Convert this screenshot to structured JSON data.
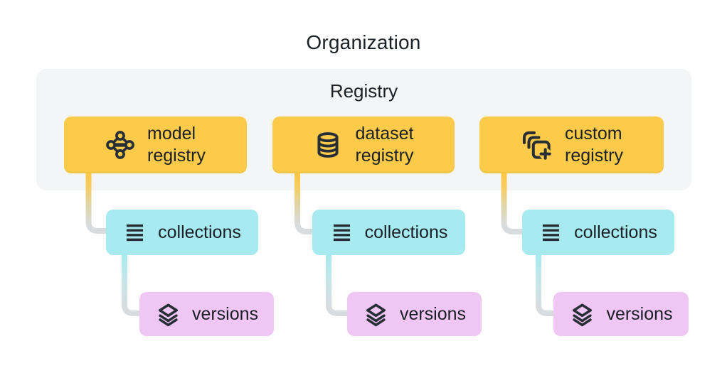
{
  "organization": {
    "title": "Organization",
    "registry": {
      "title": "Registry",
      "registries": [
        {
          "name": "model registry",
          "label_lines": [
            "model",
            "registry"
          ],
          "icon": "model-network-icon"
        },
        {
          "name": "dataset registry",
          "label_lines": [
            "dataset",
            "registry"
          ],
          "icon": "database-icon"
        },
        {
          "name": "custom registry",
          "label_lines": [
            "custom",
            "registry"
          ],
          "icon": "stacked-squares-plus-icon"
        }
      ]
    },
    "labels": {
      "collections": "collections",
      "versions": "versions"
    },
    "icons": {
      "collections": "menu-lines-icon",
      "versions": "layer-stack-icon"
    }
  },
  "colors": {
    "registry_box": "#FDCB49",
    "collections_box": "#A7EAEF",
    "versions_box": "#F0C7F4",
    "registry_panel_bg": "#F3F5F6",
    "connector_gray": "#D8DCDF",
    "ink": "#1B2026",
    "background": "#FFFFFF"
  }
}
